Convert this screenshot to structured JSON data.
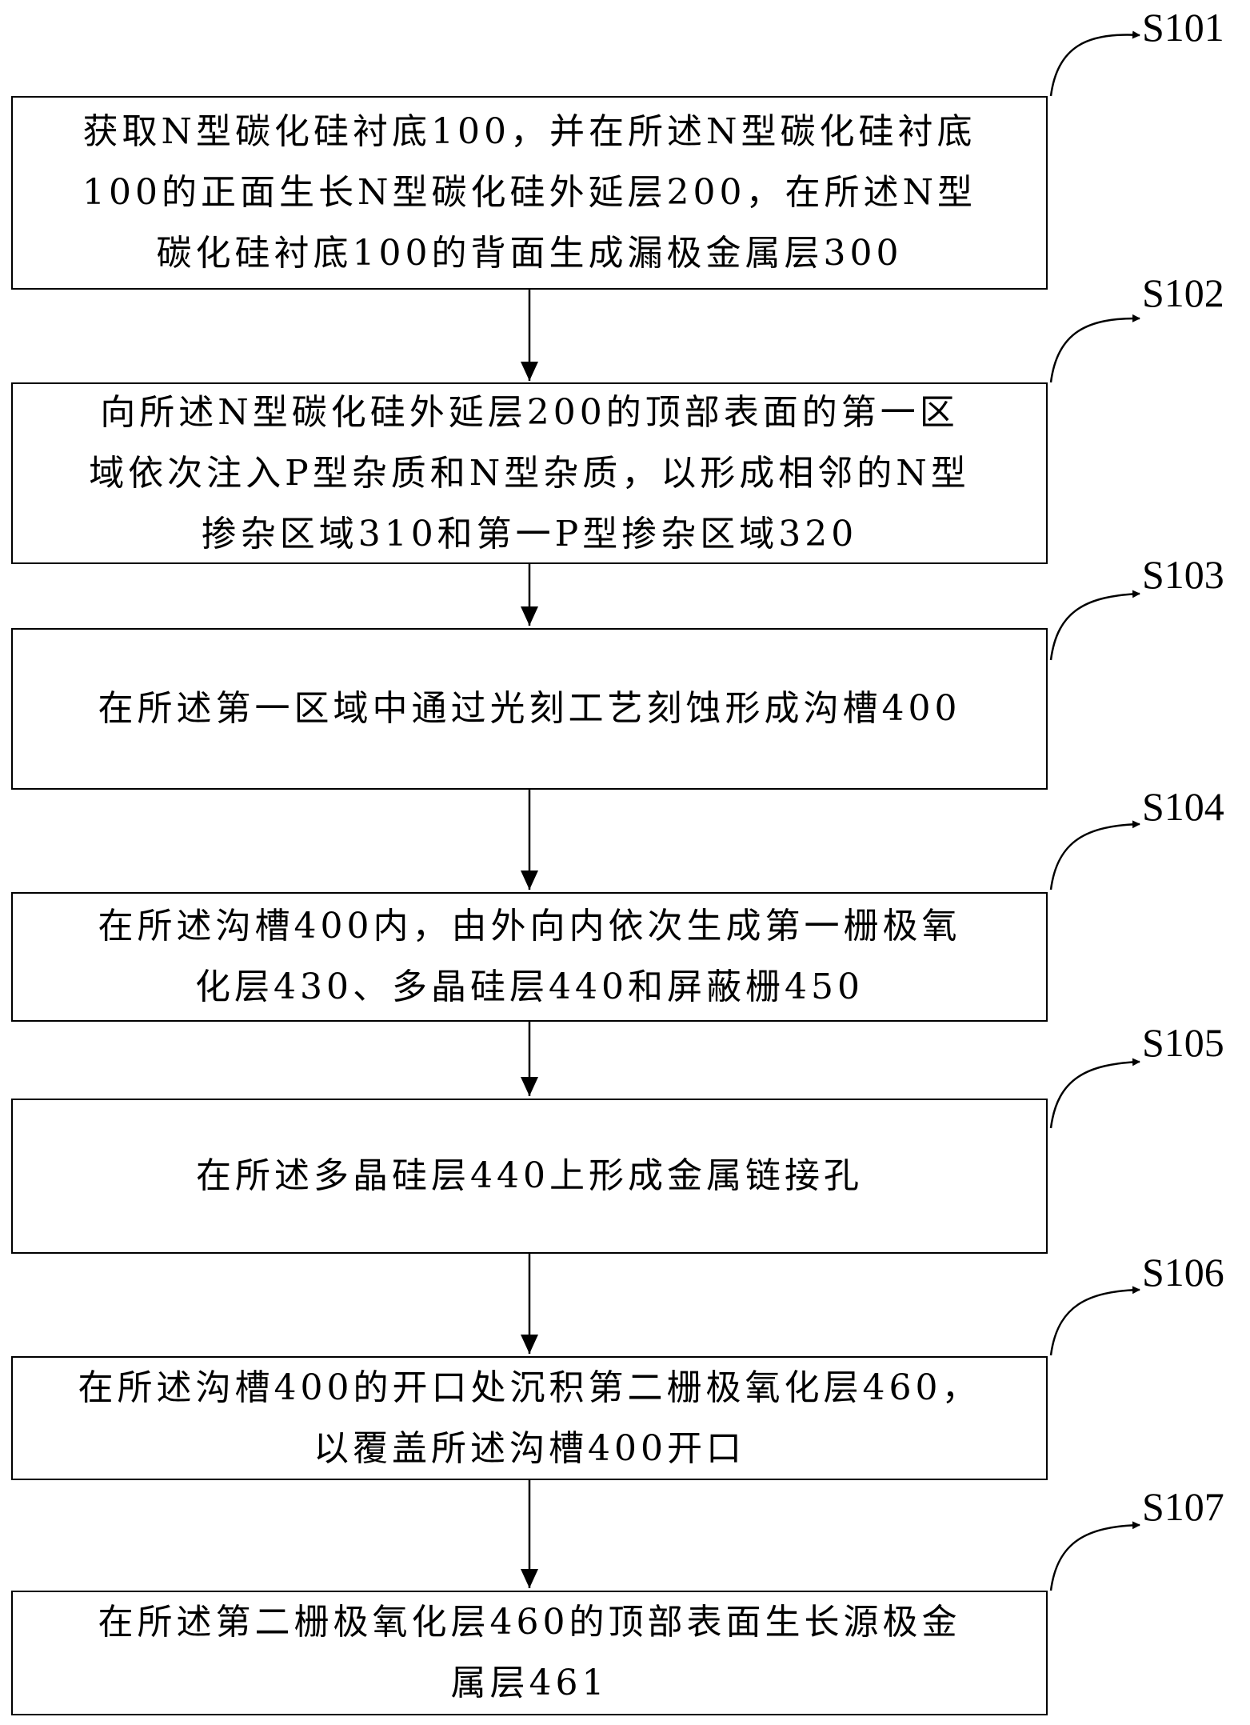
{
  "steps": [
    {
      "label": "S101",
      "text": "获取N型碳化硅衬底100，并在所述N型碳化硅衬底\n100的正面生长N型碳化硅外延层200，在所述N型\n碳化硅衬底100的背面生成漏极金属层300"
    },
    {
      "label": "S102",
      "text": "向所述N型碳化硅外延层200的顶部表面的第一区\n域依次注入P型杂质和N型杂质，以形成相邻的N型\n掺杂区域310和第一P型掺杂区域320"
    },
    {
      "label": "S103",
      "text": "在所述第一区域中通过光刻工艺刻蚀形成沟槽400"
    },
    {
      "label": "S104",
      "text": "在所述沟槽400内，由外向内依次生成第一栅极氧\n化层430、多晶硅层440和屏蔽栅450"
    },
    {
      "label": "S105",
      "text": "在所述多晶硅层440上形成金属链接孔"
    },
    {
      "label": "S106",
      "text": "在所述沟槽400的开口处沉积第二栅极氧化层460，\n以覆盖所述沟槽400开口"
    },
    {
      "label": "S107",
      "text": "在所述第二栅极氧化层460的顶部表面生长源极金\n属层461"
    }
  ],
  "colors": {
    "line": "#000000",
    "background": "#ffffff"
  }
}
